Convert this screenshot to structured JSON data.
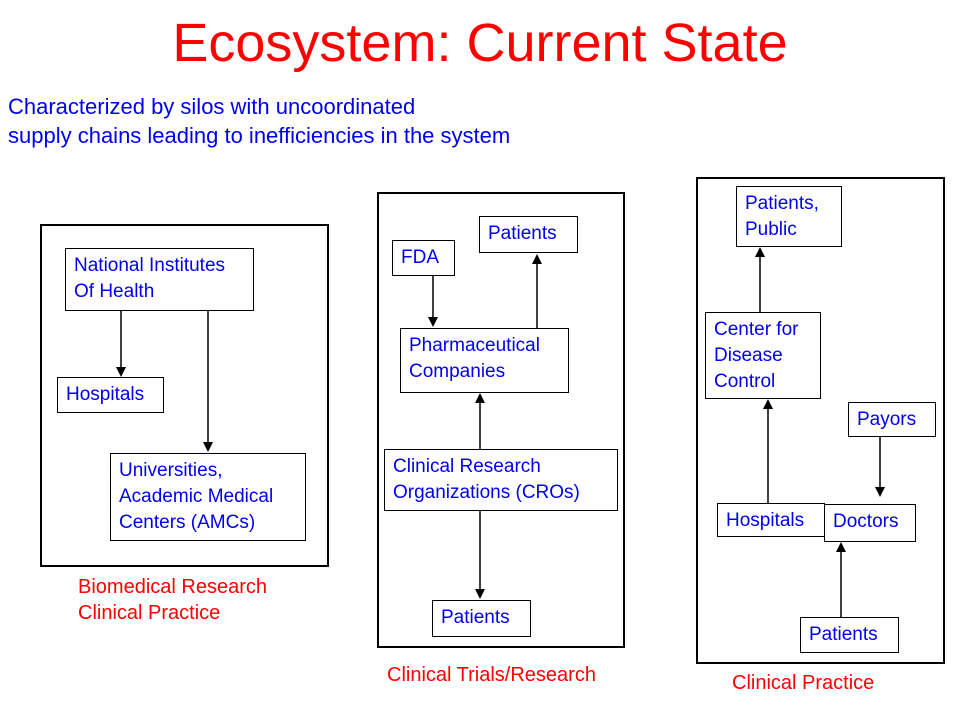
{
  "slide": {
    "title": "Ecosystem: Current State",
    "subtitle": "Characterized by silos with uncoordinated\nsupply chains leading to inefficiencies in the system",
    "colors": {
      "title_text": "#FF0000",
      "body_text": "#0000EE",
      "group_label_text": "#FF0000",
      "box_border": "#000000",
      "background": "#FFFFFF"
    }
  },
  "diagram": {
    "left_group": {
      "label": "Biomedical Research\nClinical Practice",
      "nodes": {
        "nih": "National Institutes\nOf Health",
        "hospitals": "Hospitals",
        "universities": "Universities,\nAcademic Medical\nCenters (AMCs)"
      }
    },
    "middle_group": {
      "label": "Clinical Trials/Research",
      "nodes": {
        "fda": "FDA",
        "patients_top": "Patients",
        "pharmaceutical_companies": "Pharmaceutical\nCompanies",
        "cros": "Clinical Research\nOrganizations (CROs)",
        "patients_bottom": "Patients"
      }
    },
    "right_group": {
      "label": "Clinical Practice",
      "nodes": {
        "patients_public": "Patients,\nPublic",
        "cdc": "Center for\nDisease\nControl",
        "payors": "Payors",
        "hospitals": "Hospitals",
        "doctors": "Doctors",
        "patients": "Patients"
      }
    }
  }
}
